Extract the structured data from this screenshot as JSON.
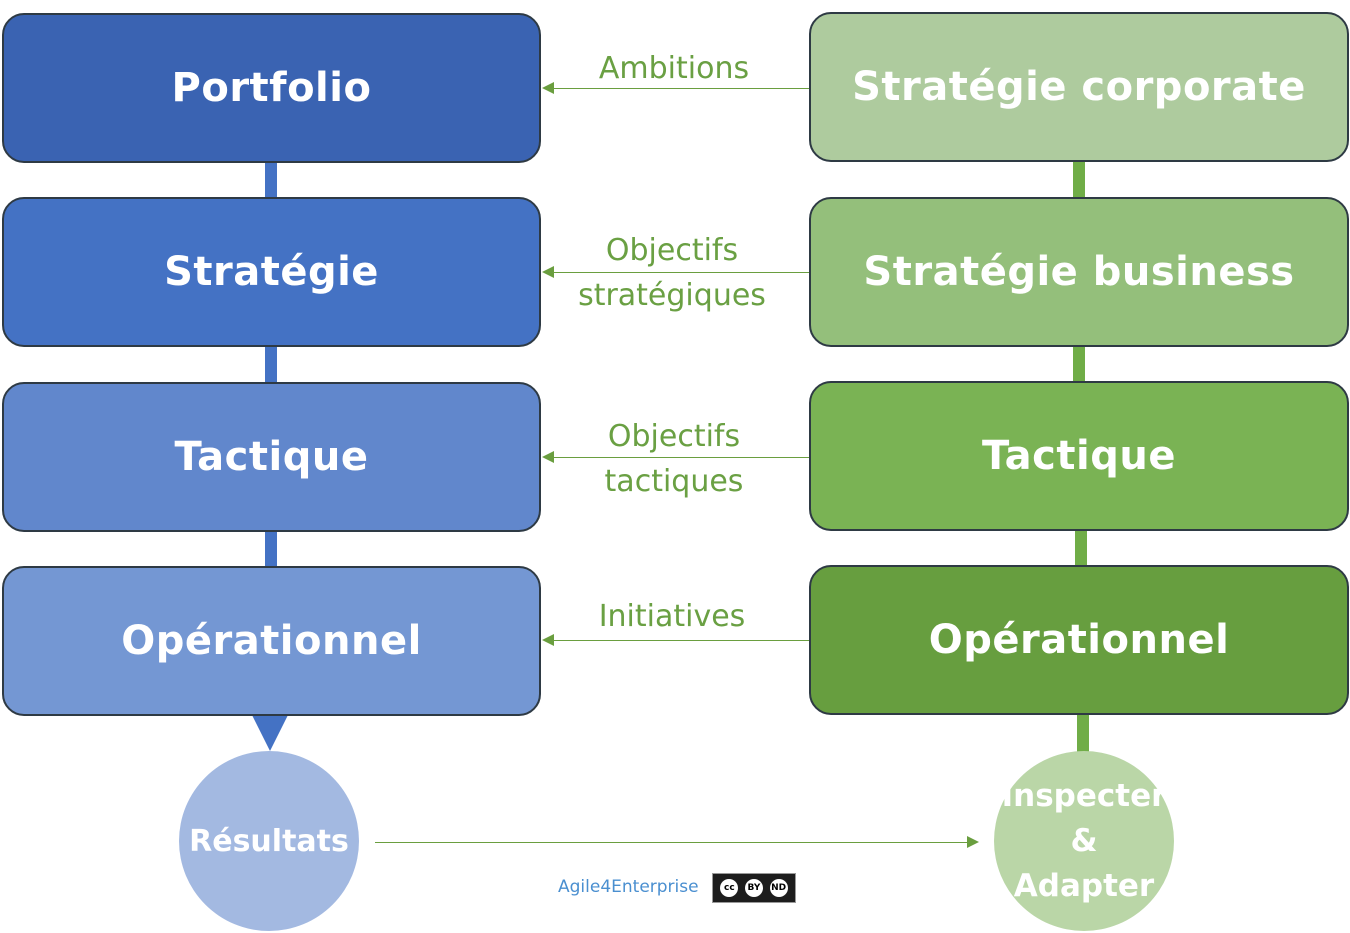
{
  "left_column": [
    {
      "label": "Portfolio",
      "color": "#3a63b2"
    },
    {
      "label": "Stratégie",
      "color": "#4472c4"
    },
    {
      "label": "Tactique",
      "color": "#6187cc"
    },
    {
      "label": "Opérationnel",
      "color": "#7497d3"
    }
  ],
  "right_column": [
    {
      "label": "Stratégie corporate",
      "color": "#aecb9e"
    },
    {
      "label": "Stratégie business",
      "color": "#94bf7b"
    },
    {
      "label": "Tactique",
      "color": "#7ab354"
    },
    {
      "label": "Opérationnel",
      "color": "#679e3f"
    }
  ],
  "connections": [
    {
      "lines": [
        "Ambitions"
      ]
    },
    {
      "lines": [
        "Objectifs",
        "stratégiques"
      ]
    },
    {
      "lines": [
        "Objectifs",
        "tactiques"
      ]
    },
    {
      "lines": [
        "Initiatives"
      ]
    }
  ],
  "results_circle": {
    "label": "Résultats",
    "color": "#a3b9e1"
  },
  "inspect_circle": {
    "lines": [
      "Inspecter",
      "&",
      "Adapter"
    ],
    "color": "#bad6a7"
  },
  "credit": "Agile4Enterprise",
  "license_badge": {
    "icons": [
      "cc",
      "by",
      "nd"
    ],
    "labels": [
      "BY",
      "ND"
    ]
  },
  "colors": {
    "left_connector": "#4472c4",
    "right_connector": "#70ad47",
    "arrow_line": "#6a9e3f",
    "label_text": "#6aa043"
  }
}
